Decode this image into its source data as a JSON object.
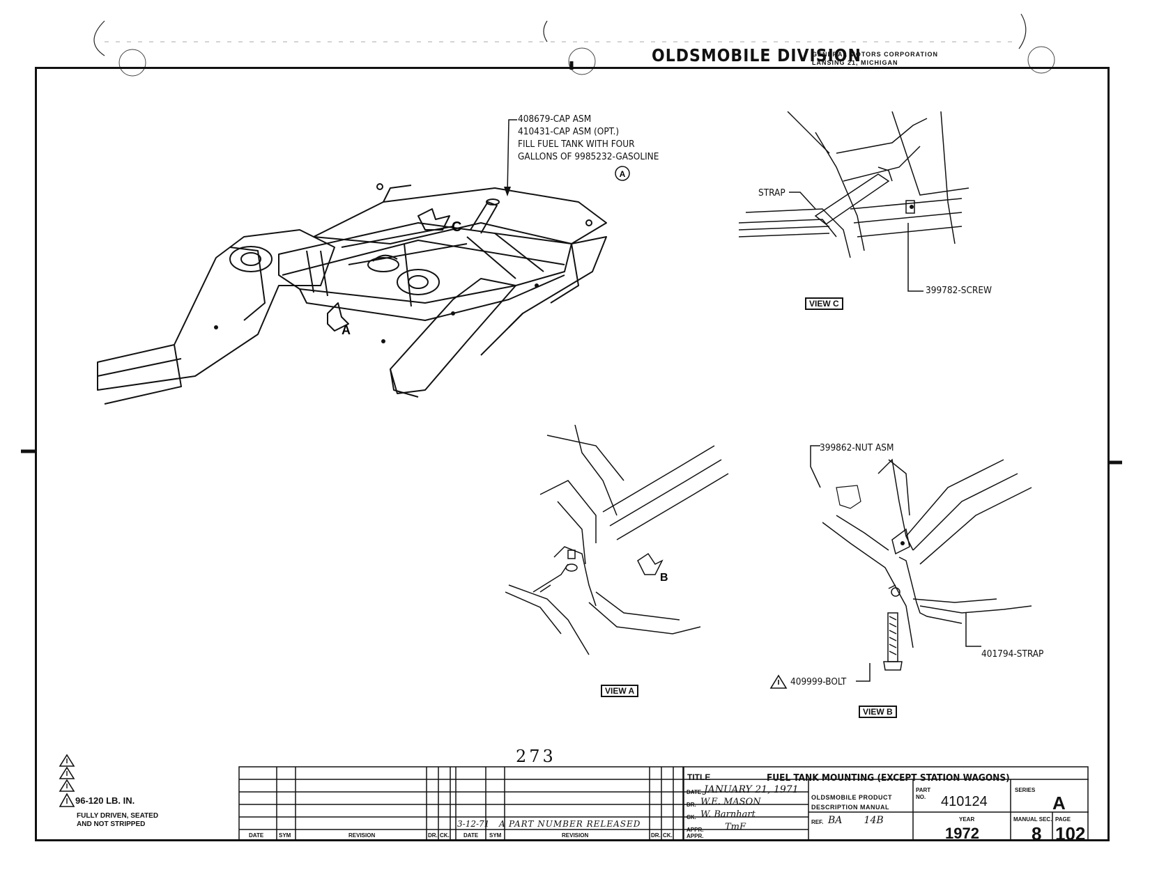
{
  "header": {
    "division": "OLDSMOBILE DIVISION",
    "corp": "GENERAL MOTORS CORPORATION",
    "address": "LANSING 21, MICHIGAN"
  },
  "callouts": {
    "cap_lines": [
      "408679-CAP ASM",
      "410431-CAP ASM (OPT.)",
      "FILL FUEL TANK WITH FOUR",
      "GALLONS OF 9985232-GASOLINE"
    ],
    "note_a": "A",
    "strap_c": "STRAP",
    "screw": "399782-SCREW",
    "nut": "399862-NUT ASM",
    "strap_b": "401794-STRAP",
    "bolt": "409999-BOLT"
  },
  "arrows": {
    "a": "A",
    "b": "B",
    "c": "C"
  },
  "views": {
    "c": "VIEW C",
    "a": "VIEW A",
    "b": "VIEW B"
  },
  "page_number": "273",
  "torque_note": {
    "value": "96-120 LB. IN.",
    "lines": [
      "FULLY DRIVEN, SEATED",
      "AND NOT STRIPPED"
    ]
  },
  "revision_table": {
    "headers": [
      "DATE",
      "SYM",
      "REVISION",
      "DR.",
      "CK.",
      "DATE",
      "SYM",
      "REVISION",
      "DR.",
      "CK."
    ],
    "entry": {
      "date": "3-12-71",
      "sym": "A",
      "text": "PART NUMBER RELEASED"
    }
  },
  "title_block": {
    "title_label": "TITLE",
    "title": "FUEL TANK MOUNTING (EXCEPT STATION WAGONS)",
    "date_label": "DATE",
    "date": "JANUARY 21, 1971",
    "dr_label": "DR.",
    "dr": "W.E. MASON",
    "ck_label": "CK.",
    "ck": "W. Barnhart",
    "appr_label": "APPR.",
    "appr": "TmF",
    "appr2_label": "APPR.",
    "manual_name": [
      "OLDSMOBILE PRODUCT",
      "DESCRIPTION MANUAL"
    ],
    "part_label": "PART NO.",
    "part_no": "410124",
    "series_label": "SERIES",
    "series": "A",
    "ref_label": "REF.",
    "ref": "BA       14B",
    "year_label": "YEAR",
    "year": "1972",
    "section_label": "MANUAL SEC.",
    "section": "8",
    "page_label": "PAGE",
    "page": "102"
  }
}
